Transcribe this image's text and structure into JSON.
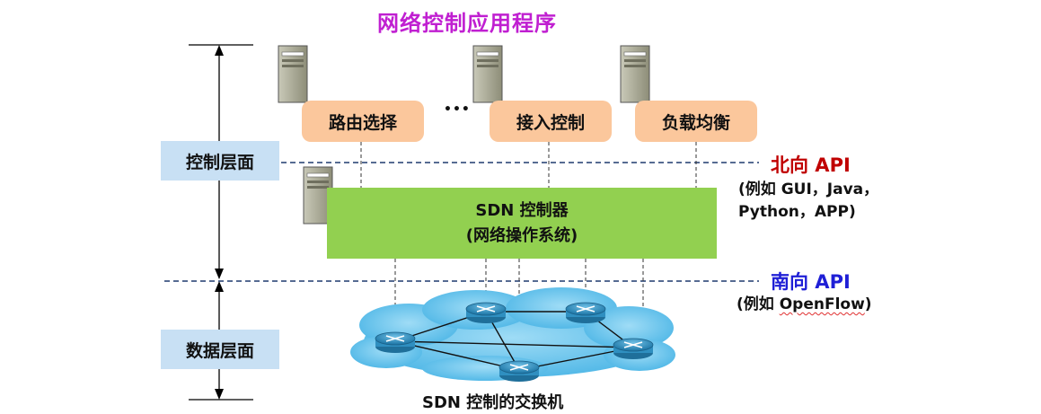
{
  "title": "网络控制应用程序",
  "apps": [
    {
      "label": "路由选择"
    },
    {
      "label": "接入控制"
    },
    {
      "label": "负载均衡"
    }
  ],
  "ellipsis": "•••",
  "layers": {
    "control": "控制层面",
    "data": "数据层面"
  },
  "controller": {
    "line1": "SDN 控制器",
    "line2": "(网络操作系统)"
  },
  "northbound": {
    "title": "北向 API",
    "note_line1": "(例如 GUI，Java，",
    "note_line2": "Python，APP)",
    "color": "#c00000"
  },
  "southbound": {
    "title": "南向 API",
    "note_prefix": "(例如 ",
    "note_link": "OpenFlow",
    "note_suffix": ")",
    "color": "#1f1fd6"
  },
  "switches_label": "SDN 控制的交换机",
  "colors": {
    "title": "#c01fd1",
    "app_box": "#fbc79c",
    "controller": "#92d050",
    "layer_label": "#c8e0f4",
    "dashed_line": "#1f3a6e",
    "cloud": "#6cc8ee",
    "router": "#2f8fc0"
  },
  "icons": [
    "server-icon",
    "router-icon",
    "cloud-icon",
    "double-arrow-icon"
  ]
}
